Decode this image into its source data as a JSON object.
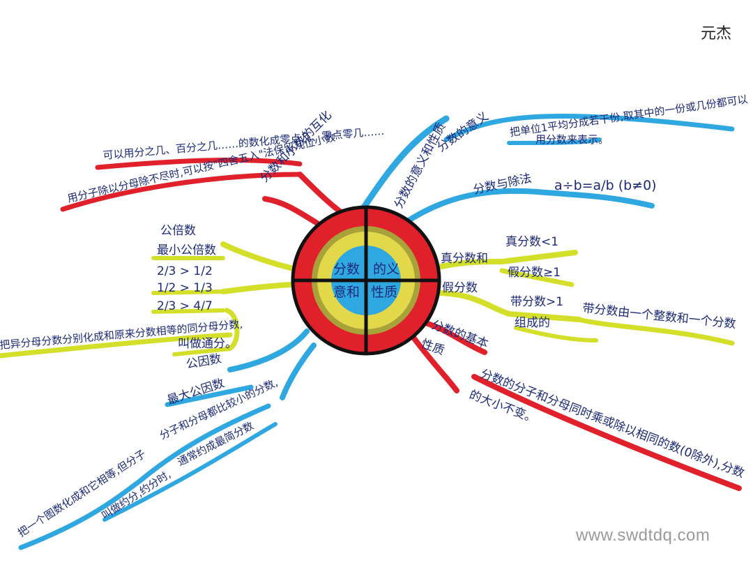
{
  "author": "元杰",
  "watermark": "www.swdtdq.com",
  "center": {
    "quadrants": [
      "分数",
      "的义",
      "意和",
      "性质"
    ]
  },
  "branches": {
    "meaning": {
      "trunk": "分数的意义和性质",
      "def_label": "分数的意义",
      "def_text_1": "把单位1平均分成若干份,取其中的一份或几份都可以",
      "def_text_2": "用分数来表示。",
      "div_label": "分数与除法",
      "div_formula": "a÷b=a/b (b≠0)"
    },
    "proper": {
      "label": "真分数和",
      "value": "真分数<1"
    },
    "improper": {
      "label": "假分数",
      "value1": "假分数≥1",
      "value2": "带分数>1",
      "sub_label": "组成的",
      "sub_text": "带分数由一个整数和一个分数"
    },
    "basic_property": {
      "label_1": "分数的基本",
      "label_2": "性质",
      "text_1": "分数的分子和分母同时乘或除以相同的数(0除外),分数",
      "text_2": "的大小不变。"
    },
    "reduction": {
      "item1": "公因数",
      "item2": "最大公因数",
      "text1": "分子和分母都比较小的分数,",
      "text2": "通常约成最简分数",
      "text3": "把一个图数化成和它相等,但分子",
      "text4": "叫做约分,约分时,"
    },
    "common_den": {
      "item1": "公倍数",
      "item2": "最小公倍数",
      "cmp1": "2/3 > 1/2",
      "cmp2": "1/2 > 1/3",
      "cmp3": "2/3 > 4/7",
      "text1": "把异分母分数分别化成和原来分数相等的同分母分数,",
      "text2": "叫做通分。"
    },
    "decimal": {
      "label": "分数和小数的互化",
      "text1": "可以用分之几、百分之几……的数化成零点几、零点零几……",
      "text2": "用分子除以分母除不尽时,可以按\"四舍五入\"法保留几位小数"
    }
  },
  "colors": {
    "red": "#e0202a",
    "yellow": "#d4df2a",
    "blue": "#2fa7e0",
    "olive": "#a8a23a",
    "ink": "#1c2a78"
  }
}
